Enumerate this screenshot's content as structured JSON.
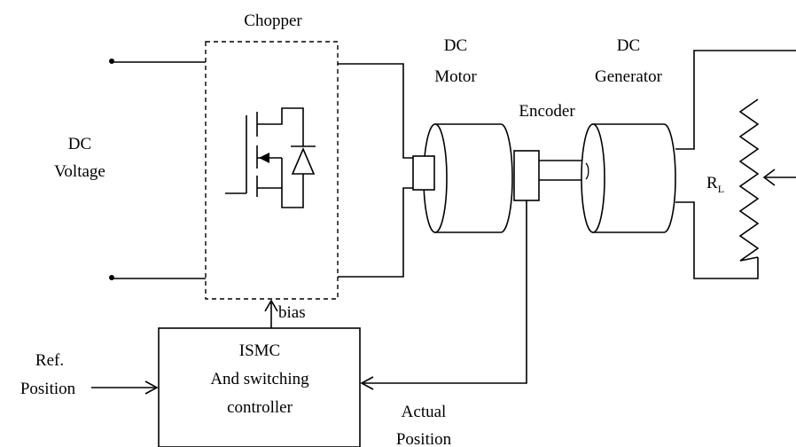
{
  "labels": {
    "chopper": "Chopper",
    "dc_motor_line1": "DC",
    "dc_motor_line2": "Motor",
    "dc_generator_line1": "DC",
    "dc_generator_line2": "Generator",
    "encoder": "Encoder",
    "dc_voltage_line1": "DC",
    "dc_voltage_line2": "Voltage",
    "load_resistor": "R",
    "load_resistor_sub": "L",
    "bias": "bias",
    "controller_line1": "ISMC",
    "controller_line2": "And switching",
    "controller_line3": "controller",
    "ref_position_line1": "Ref.",
    "ref_position_line2": "Position",
    "actual_position_line1": "Actual",
    "actual_position_line2": "Position"
  }
}
